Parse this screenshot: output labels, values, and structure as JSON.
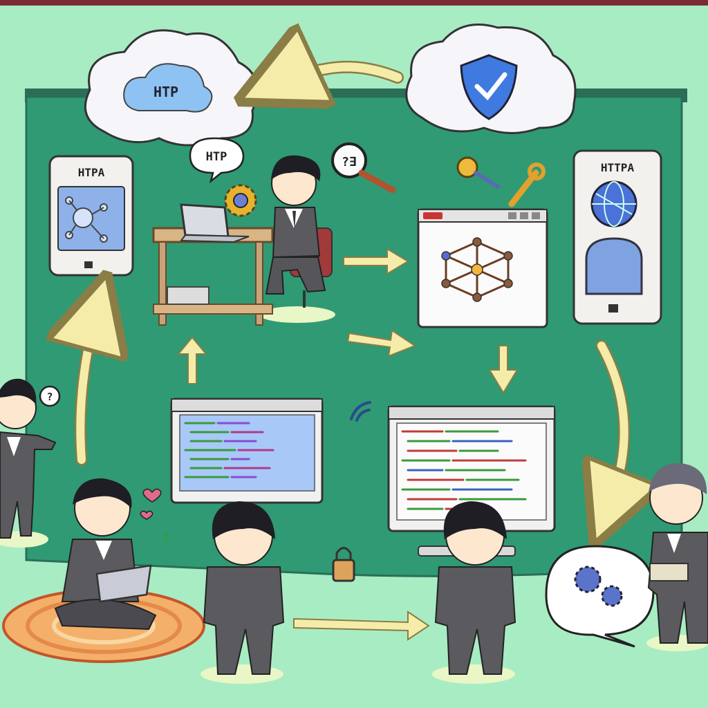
{
  "labels": {
    "cloud_left": "HTP",
    "speech_center": "HTP",
    "magnifier": "?∃",
    "phone_left": "HTPA",
    "phone_right": "HTTPA",
    "lightbulb_note": "?"
  },
  "colors": {
    "background": "#a8ecc4",
    "board": "#2f9a74",
    "board_border": "#2a6e58",
    "arrow": "#f6ecaa",
    "arrow_stroke": "#c9b86a",
    "suit": "#5a5a5f",
    "hair": "#1e1e24",
    "skin": "#fde7cf",
    "shield": "#3f7ae0",
    "cloud": "#f5f5fa",
    "cloud_inner": "#8ec2f2"
  },
  "icons": [
    "cloud-icon",
    "shield-check-icon",
    "gear-icon",
    "magnifier-icon",
    "key-icon",
    "wrench-icon",
    "network-graph-icon",
    "globe-icon",
    "lock-icon",
    "wifi-icon",
    "heart-icon",
    "laptop-icon"
  ]
}
